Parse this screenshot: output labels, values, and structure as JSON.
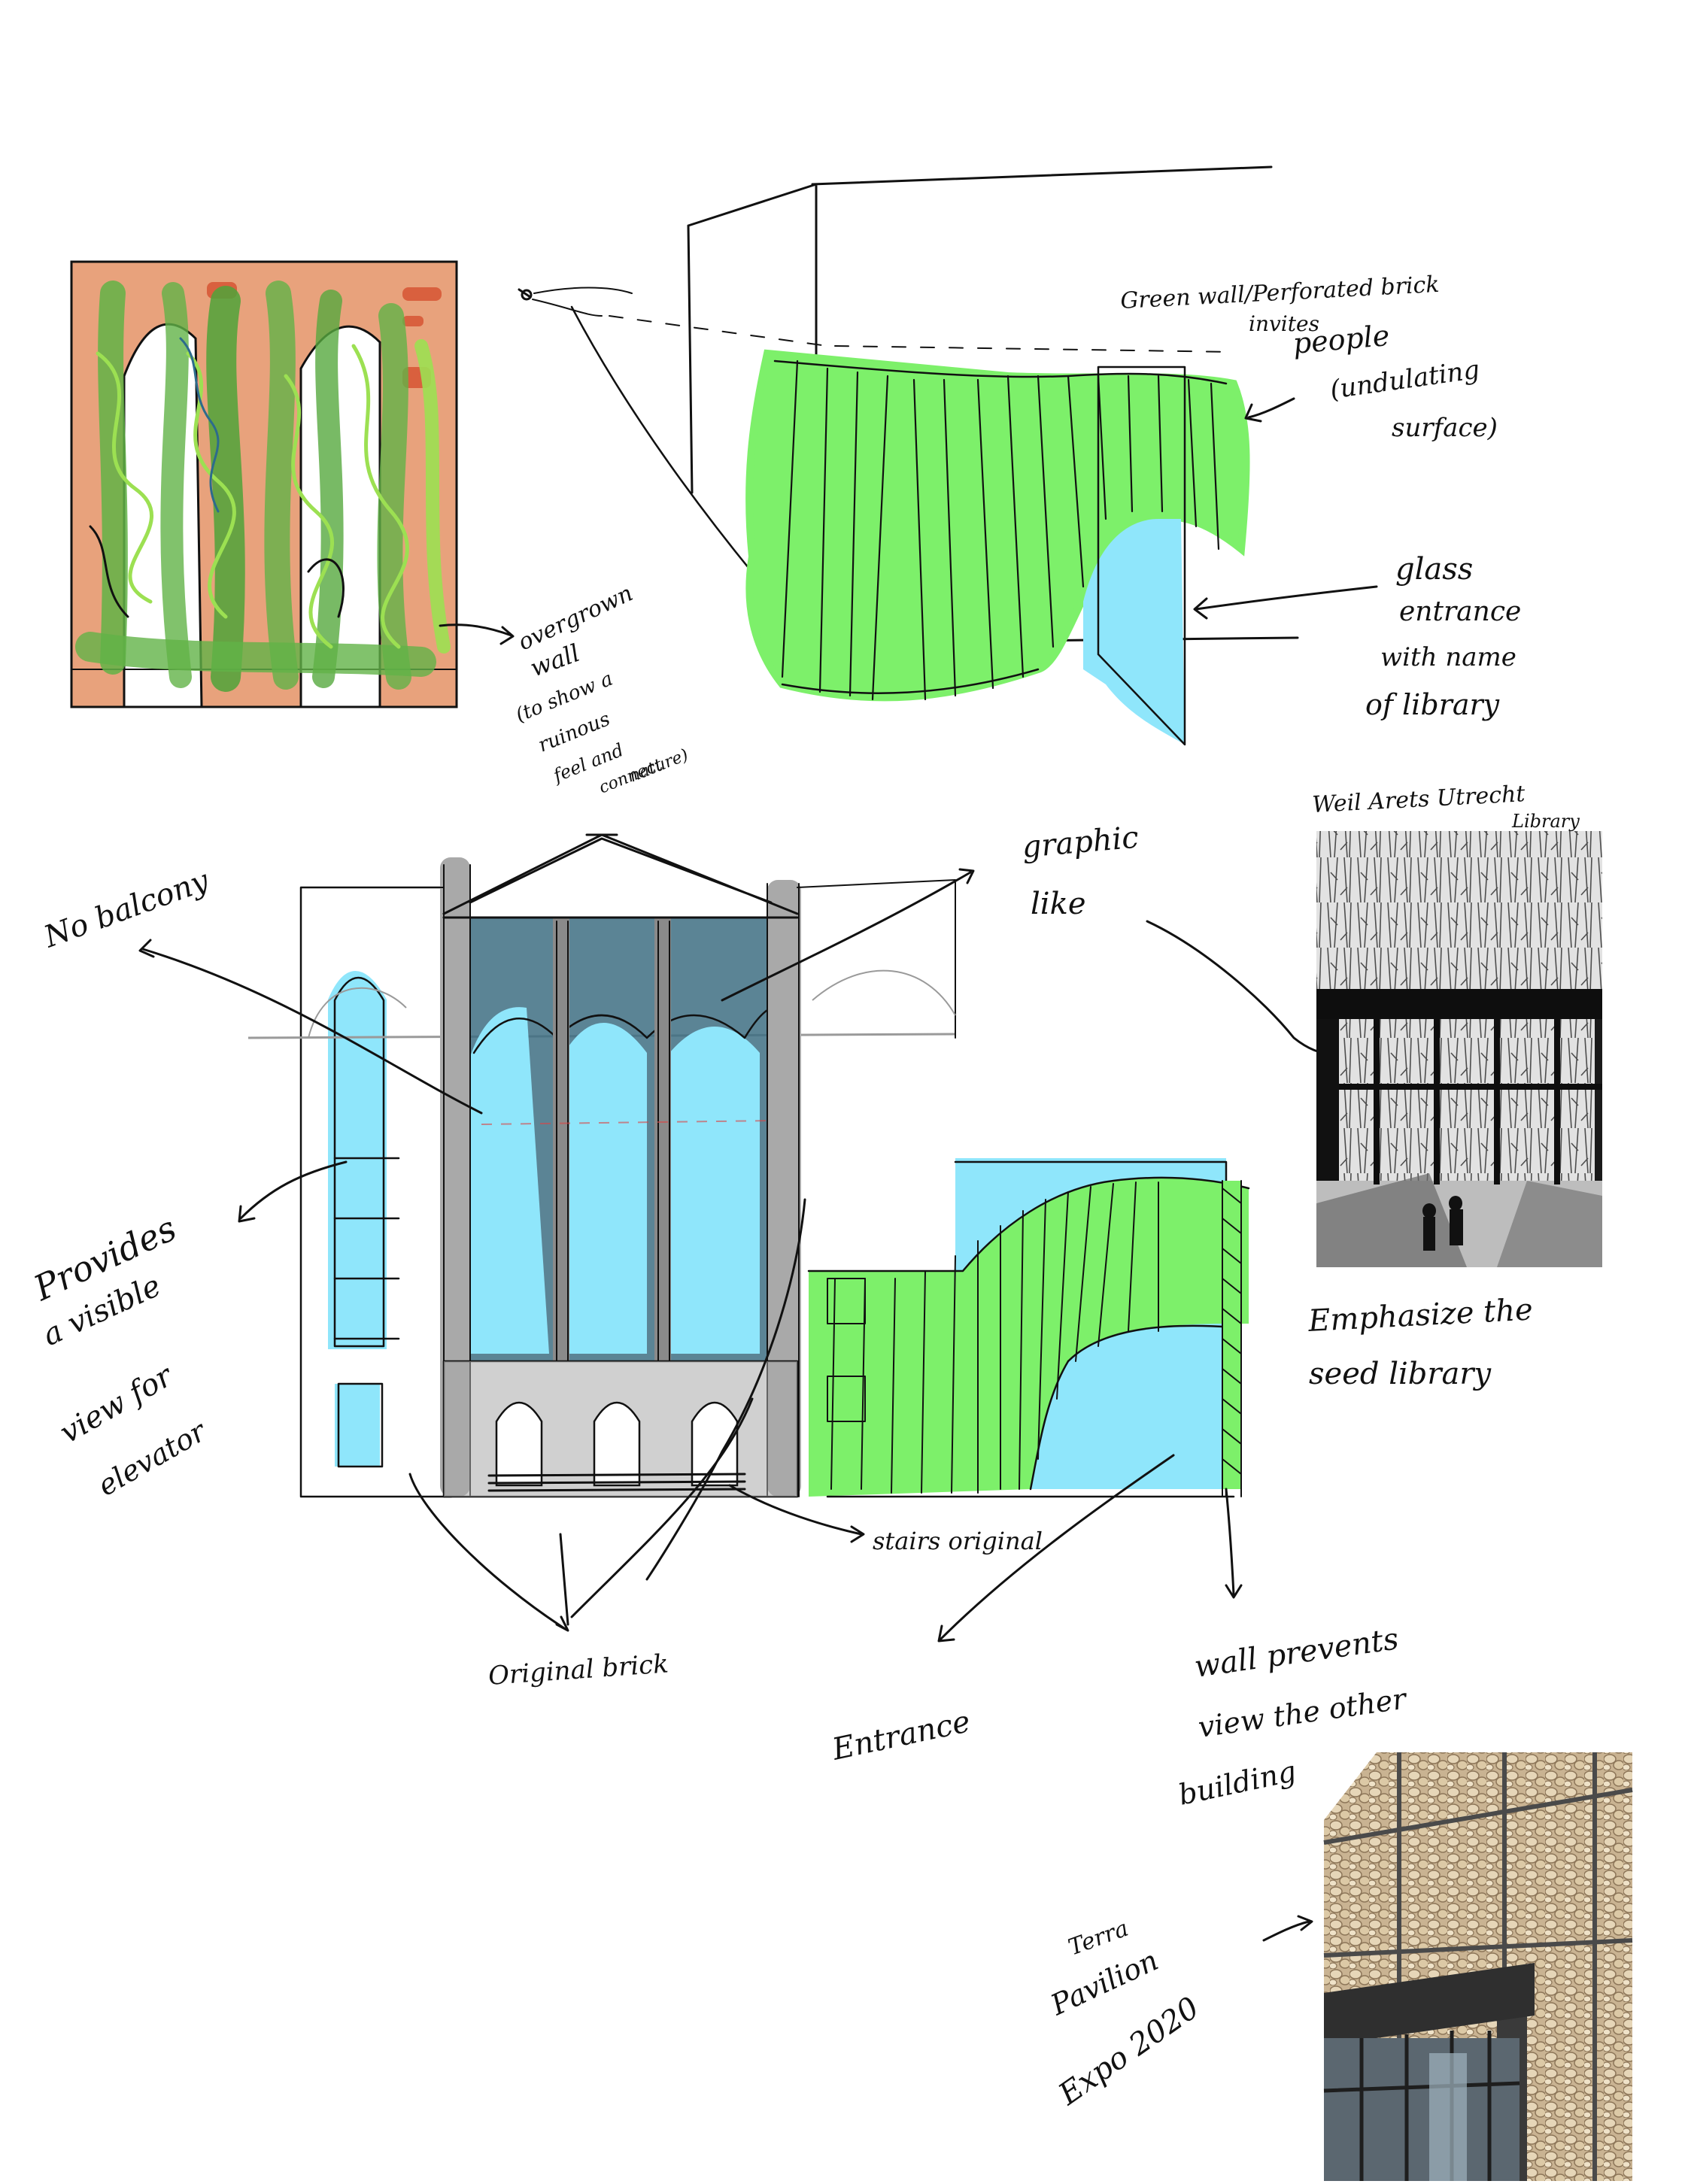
{
  "colors": {
    "brick": "#e8a27c",
    "brick_accent": "#d9603e",
    "green": "#7df06a",
    "green_dark": "#3f9a2f",
    "leaf": "#9ce052",
    "glass": "#8fe6fb",
    "glass_dark": "#3e6f82",
    "gray": "#a9a9a9",
    "ink": "#111111"
  },
  "annotations": {
    "green_wall": "Green wall/Perforated brick",
    "invites": "invites",
    "people": "people",
    "undulating": "(undulating",
    "surface": "surface)",
    "glass": "glass",
    "entrance_glass": "entrance",
    "with_name": "with name",
    "of_library": "of library",
    "overgrown": "overgrown",
    "wall": "wall",
    "to_show": "(to show a",
    "ruinous": "ruinous",
    "feel_and": "feel and",
    "connect": "connect",
    "nature": "nature)",
    "reference_1": "Weil Arets Utrecht",
    "reference_1b": "Library",
    "no_balcony": "No balcony",
    "graphic": "graphic",
    "like": "like",
    "provides": "Provides",
    "a_visible": "a visible",
    "view_for": "view for",
    "elevator": "elevator",
    "emphasize": "Emphasize the",
    "seed_library": "seed library",
    "stairs_original": "stairs original",
    "original_brick": "Original brick",
    "entrance": "Entrance",
    "wall_prevents": "wall prevents",
    "view_other": "view the other",
    "building": "building",
    "terra": "Terra",
    "pavilion": "Pavilion",
    "expo": "Expo 2020"
  }
}
